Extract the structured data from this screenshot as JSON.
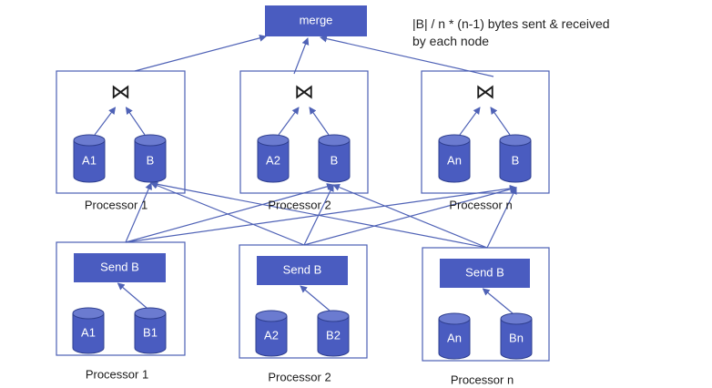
{
  "colors": {
    "fill": "#4A5CC0",
    "box_border": "#4B5FB5",
    "arrow": "#4F62B6",
    "join_glyph": "#1a1a1a",
    "text": "#1a1a1a",
    "white_text": "#ffffff"
  },
  "merge": {
    "label": "merge"
  },
  "note": {
    "line1": "|B| / n * (n-1) bytes sent  & received",
    "line2": "by each node"
  },
  "join_symbol": "⋈",
  "join_processors": [
    {
      "label": "Processor  1",
      "left_cylinder": "A1",
      "right_cylinder": "B"
    },
    {
      "label": "Processor  2",
      "left_cylinder": "A2",
      "right_cylinder": "B"
    },
    {
      "label": "Processor  n",
      "left_cylinder": "An",
      "right_cylinder": "B"
    }
  ],
  "send_processors": [
    {
      "label": "Processor  1",
      "send_label": "Send B",
      "left_cylinder": "A1",
      "right_cylinder": "B1"
    },
    {
      "label": "Processor  2",
      "send_label": "Send B",
      "left_cylinder": "A2",
      "right_cylinder": "B2"
    },
    {
      "label": "Processor  n",
      "send_label": "Send B",
      "left_cylinder": "An",
      "right_cylinder": "Bn"
    }
  ]
}
